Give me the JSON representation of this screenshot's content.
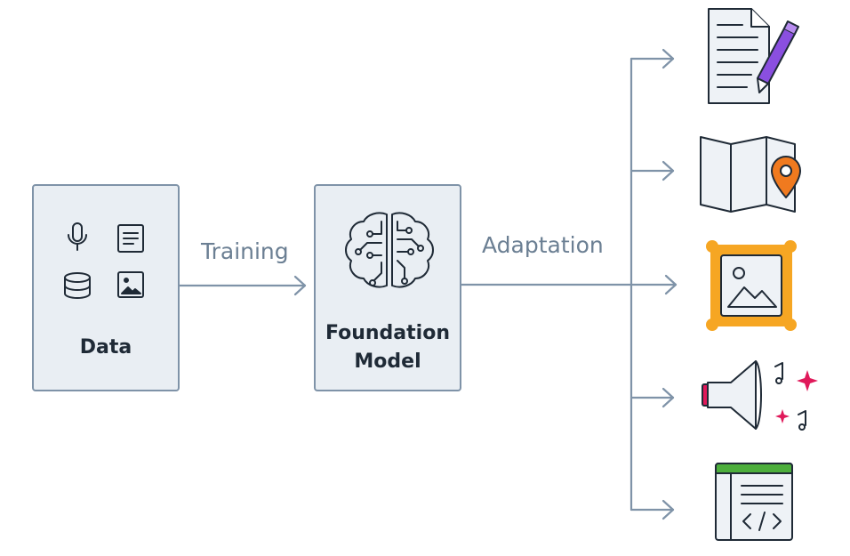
{
  "nodes": {
    "data": {
      "label": "Data",
      "icons": [
        "microphone-icon",
        "document-icon",
        "database-icon",
        "image-icon"
      ]
    },
    "foundation_model": {
      "label_line1": "Foundation",
      "label_line2": "Model",
      "icon": "brain-circuit-icon"
    }
  },
  "edges": {
    "training": "Training",
    "adaptation": "Adaptation"
  },
  "outputs": [
    {
      "icon": "document-pencil-icon"
    },
    {
      "icon": "map-pin-icon"
    },
    {
      "icon": "framed-image-icon"
    },
    {
      "icon": "speaker-music-icon"
    },
    {
      "icon": "code-window-icon"
    }
  ],
  "colors": {
    "box_fill": "#e9eef3",
    "box_border": "#7f93a8",
    "arrow": "#7f93a8",
    "label": "#6b7f93",
    "pencil": "#8a4fe0",
    "pin": "#f07a1f",
    "frame": "#f6a623",
    "sparkle": "#e0195a",
    "window_header": "#4cae3c"
  }
}
